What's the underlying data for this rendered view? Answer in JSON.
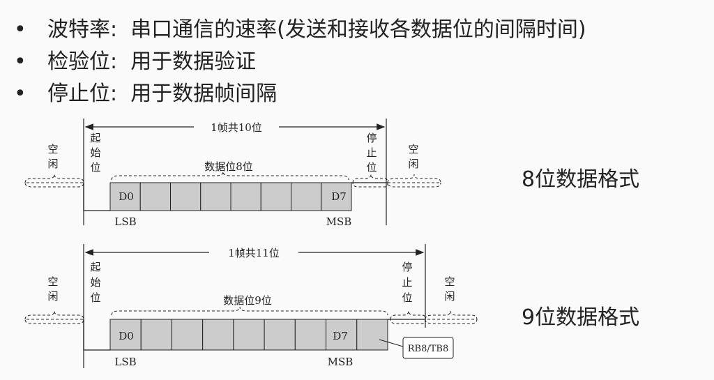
{
  "bullets": [
    {
      "term": "波特率:",
      "desc": "串口通信的速率(发送和接收各数据位的间隔时间)"
    },
    {
      "term": "检验位:",
      "desc": "用于数据验证"
    },
    {
      "term": "停止位:",
      "desc": "用于数据帧间隔"
    }
  ],
  "diagram8": {
    "frame": "1帧共10位",
    "idle": [
      "空",
      "闲"
    ],
    "start": [
      "起",
      "始",
      "位"
    ],
    "stop": [
      "停",
      "止",
      "位"
    ],
    "data": "数据位8位",
    "first": "D0",
    "last": "D7",
    "lsb": "LSB",
    "msb": "MSB",
    "cells": 8,
    "label": "8位数据格式"
  },
  "diagram9": {
    "frame": "1帧共11位",
    "idle": [
      "空",
      "闲"
    ],
    "start": [
      "起",
      "始",
      "位"
    ],
    "stop": [
      "停",
      "止",
      "位"
    ],
    "data": "数据位9位",
    "first": "D0",
    "last": "D7",
    "lsb": "LSB",
    "msb": "MSB",
    "extra": "RB8/TB8",
    "cells": 9,
    "label": "9位数据格式"
  }
}
